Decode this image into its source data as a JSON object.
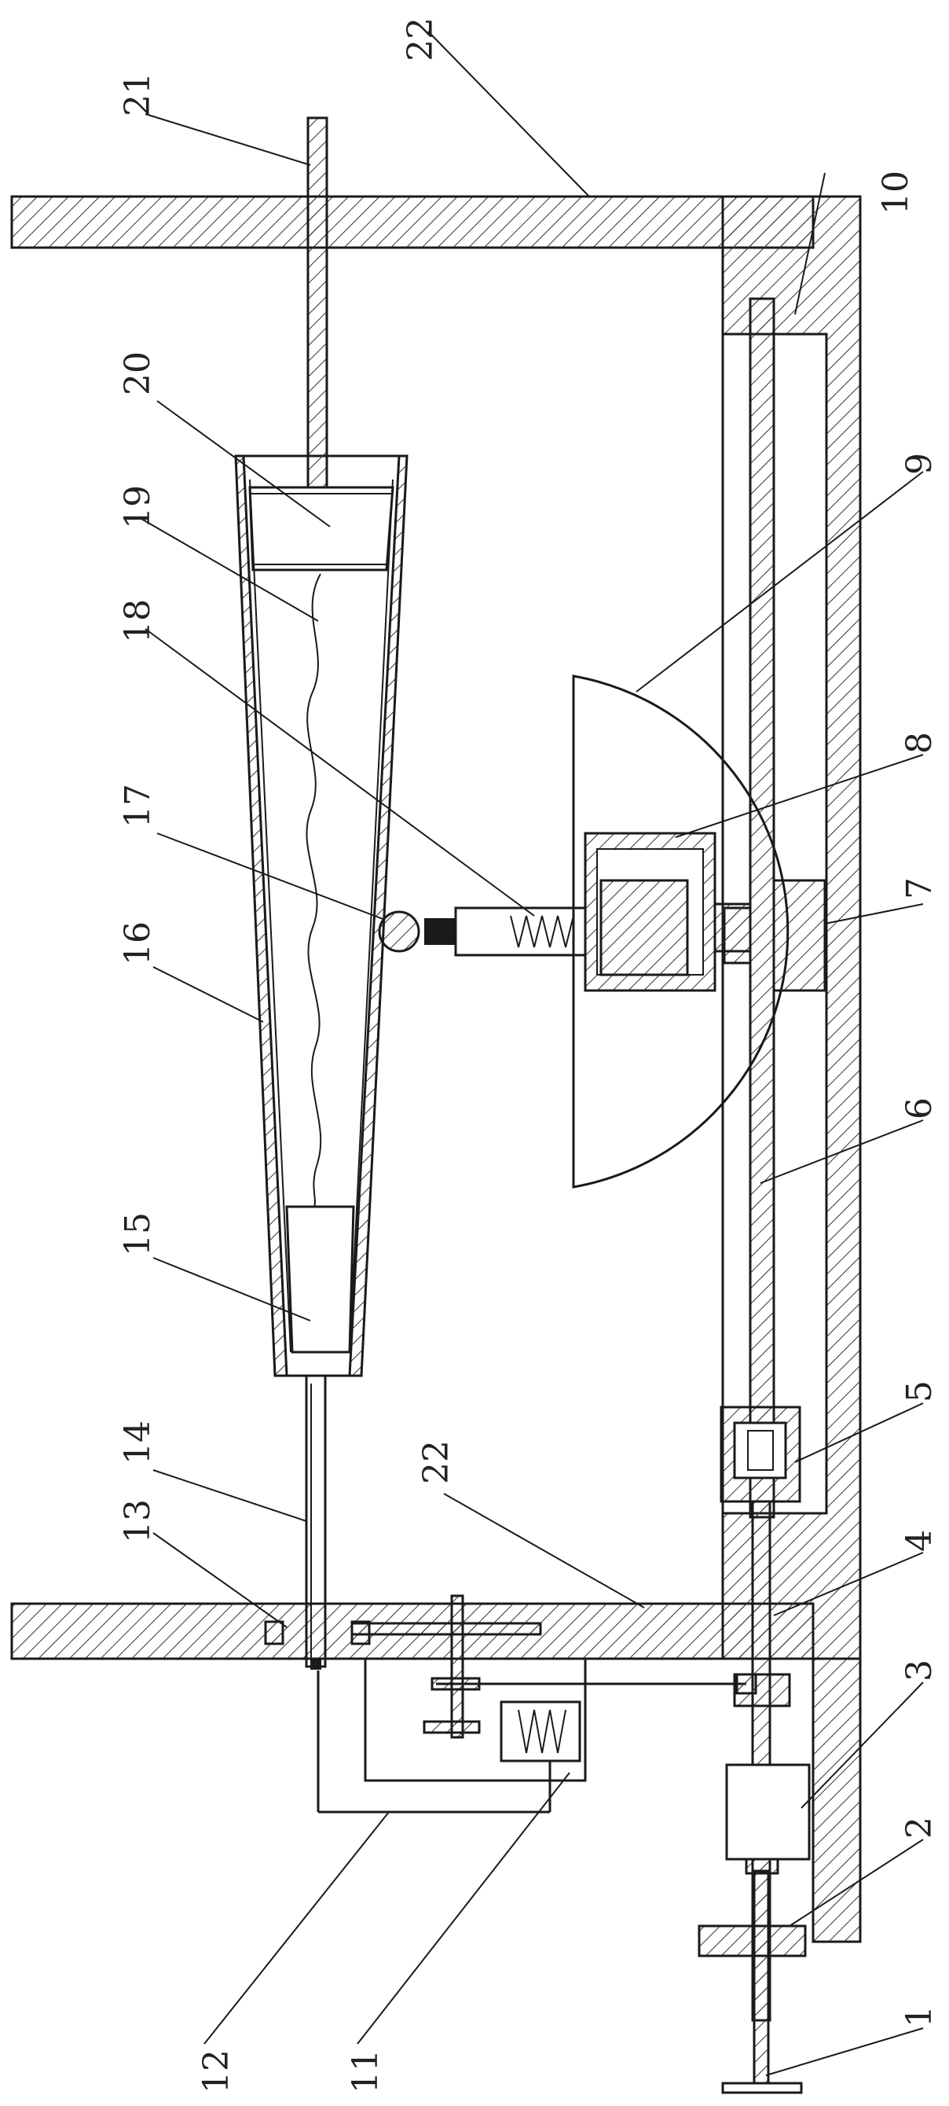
{
  "labels": {
    "l1": "1",
    "l2": "2",
    "l3": "3",
    "l4": "4",
    "l5": "5",
    "l6": "6",
    "l7": "7",
    "l8": "8",
    "l9": "9",
    "l10": "10",
    "l11": "11",
    "l12": "12",
    "l13": "13",
    "l14": "14",
    "l15": "15",
    "l16": "16",
    "l17": "17",
    "l18": "18",
    "l19": "19",
    "l20": "20",
    "l21": "21",
    "l22a": "22",
    "l22b": "22"
  },
  "colors": {
    "line": "#1a1a1a",
    "background": "#ffffff"
  }
}
